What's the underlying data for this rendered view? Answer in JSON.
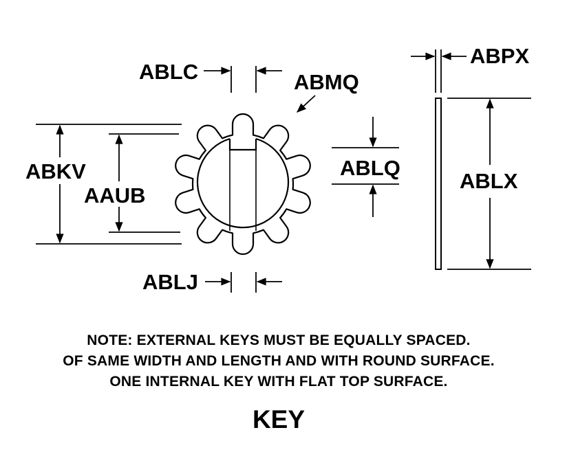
{
  "labels": {
    "ablc": "ABLC",
    "abmq": "ABMQ",
    "abkv": "ABKV",
    "aaub": "AAUB",
    "ablq": "ABLQ",
    "ablj": "ABLJ",
    "abpx": "ABPX",
    "ablx": "ABLX"
  },
  "note": {
    "line1": "NOTE: EXTERNAL KEYS MUST BE EQUALLY SPACED.",
    "line2": "OF SAME WIDTH AND LENGTH AND WITH ROUND SURFACE.",
    "line3": "ONE INTERNAL KEY WITH FLAT TOP SURFACE."
  },
  "title": "KEY",
  "colors": {
    "ink": "#000000",
    "background": "#ffffff"
  }
}
